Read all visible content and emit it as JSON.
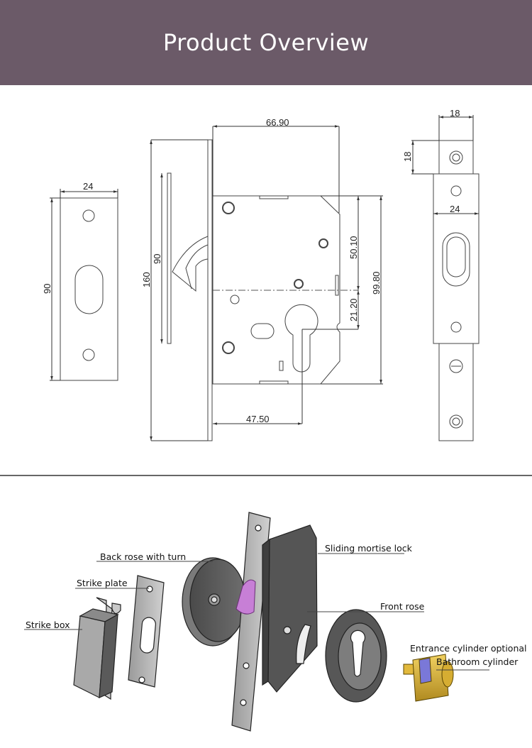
{
  "header": {
    "title": "Product Overview",
    "background_color": "#6b5a68"
  },
  "technical_drawing": {
    "strike_plate": {
      "width_dim": "24",
      "height_dim": "90"
    },
    "mortise_lock_side": {
      "faceplate_height_dim": "160",
      "handle_length_dim": "90",
      "body_depth_dim": "66.90",
      "backset_dim": "47.50",
      "upper_spacing_dim": "50.10",
      "lower_spacing_dim": "21.20",
      "body_height_dim": "99.80"
    },
    "faceplate_front": {
      "top_width_dim": "18",
      "top_height_dim": "18",
      "forend_width_dim": "24"
    }
  },
  "exploded_view": {
    "callouts": [
      {
        "id": "back-rose",
        "label": "Back rose with turn"
      },
      {
        "id": "strike-plate",
        "label": "Strike plate"
      },
      {
        "id": "strike-box",
        "label": "Strike box"
      },
      {
        "id": "mortise-lock",
        "label": "Sliding mortise lock"
      },
      {
        "id": "front-rose",
        "label": "Front rose"
      },
      {
        "id": "cylinder-optional",
        "label": "Entrance cylinder optional"
      },
      {
        "id": "bathroom-cylinder",
        "label": "Bathroom cylinder"
      }
    ],
    "colors": {
      "metal_dark": "#5e5e5e",
      "metal_light": "#b8b8b8",
      "turn_knob": "#c77fd6",
      "cylinder_brass": "#d8b23a",
      "cylinder_cam": "#7a78d8"
    }
  }
}
